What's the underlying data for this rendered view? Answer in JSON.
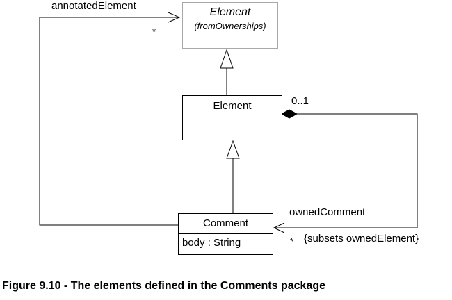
{
  "classes": {
    "imported_element": {
      "name": "Element",
      "origin": "(fromOwnerships)"
    },
    "element": {
      "name": "Element"
    },
    "comment": {
      "name": "Comment",
      "attribute": "body : String"
    }
  },
  "associations": {
    "annotated": {
      "role": "annotatedElement",
      "multiplicity": "*"
    },
    "owned": {
      "owner_multiplicity": "0..1",
      "role": "ownedComment",
      "multiplicity": "*",
      "constraint": "{subsets ownedElement}"
    }
  },
  "caption": "Figure 9.10 - The elements defined in the Comments package"
}
